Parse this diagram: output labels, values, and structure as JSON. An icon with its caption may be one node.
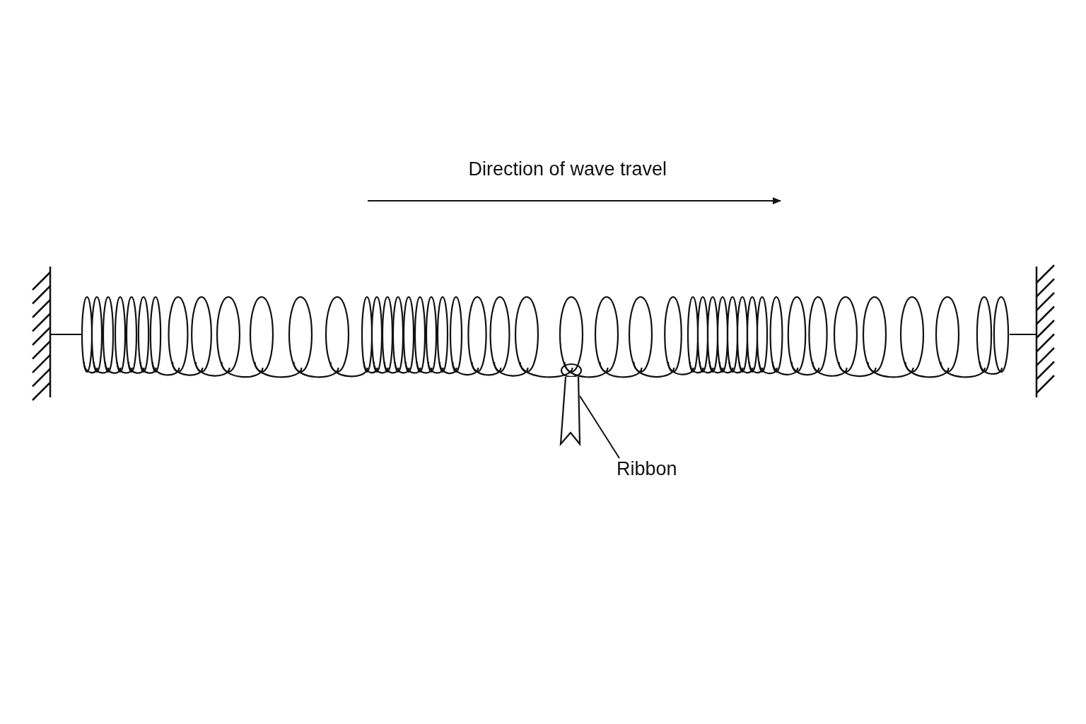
{
  "diagram": {
    "nodes": [
      {
        "text": [
          "Ribbon"
        ]
      },
      {
        "text": [],
        "shape": "ribbon"
      }
    ],
    "edges": [
      {
        "from": 0,
        "to": 1,
        "arrow": "none"
      }
    ],
    "labels": [
      "Direction of wave travel"
    ]
  }
}
